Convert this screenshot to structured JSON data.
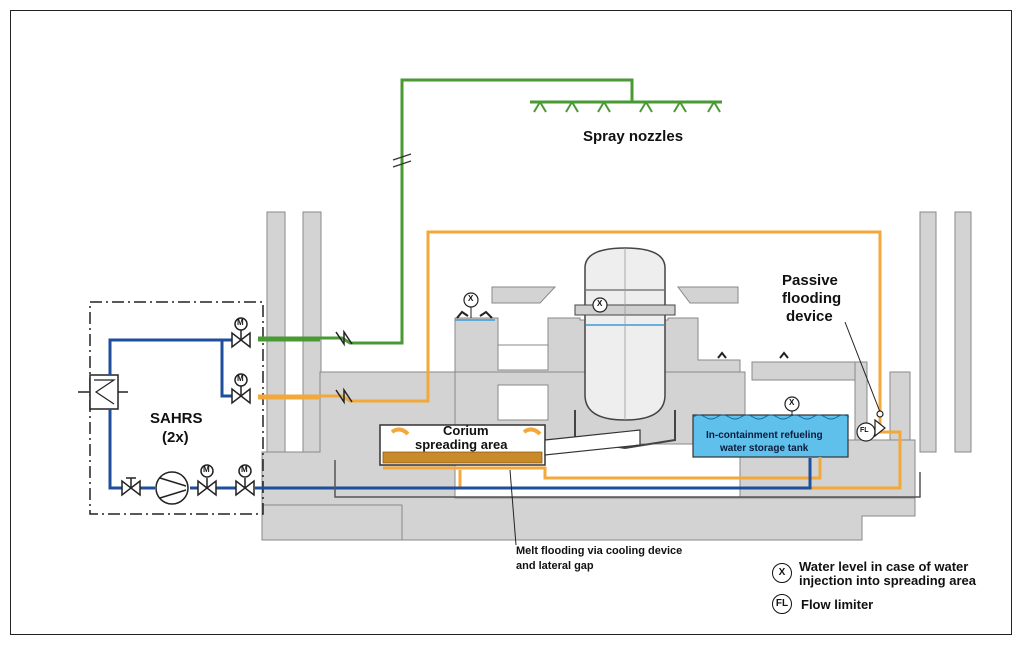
{
  "labels": {
    "spray_nozzles": "Spray nozzles",
    "passive_flooding_line1": "Passive",
    "passive_flooding_line2": "flooding",
    "passive_flooding_line3": "device",
    "sahrs_line1": "SAHRS",
    "sahrs_line2": "(2x)",
    "corium_line1": "Corium",
    "corium_line2": "spreading area",
    "tank_line1": "In-containment refueling",
    "tank_line2": "water storage tank",
    "melt_line1": "Melt flooding via cooling device",
    "melt_line2": "and lateral gap"
  },
  "symbols": {
    "motor": "M",
    "water_level": "X",
    "flow_limiter": "FL"
  },
  "legend": {
    "water_level_line1": "Water level in case of water",
    "water_level_line2": "injection into spreading area",
    "flow_limiter": "Flow limiter"
  },
  "colors": {
    "green_line": "#4a9a34",
    "orange_line": "#f2a83a",
    "blue_line": "#1f4f9a",
    "concrete": "#d3d3d3",
    "tank_water": "#5fc0ec"
  }
}
